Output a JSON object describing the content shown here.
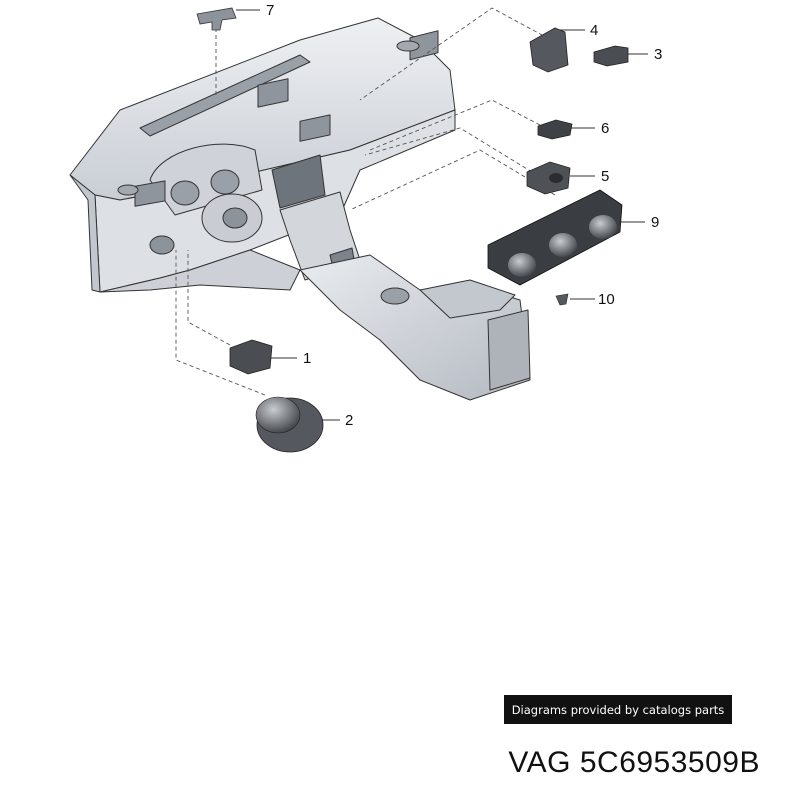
{
  "callouts": [
    {
      "id": "1",
      "label": "1"
    },
    {
      "id": "2",
      "label": "2"
    },
    {
      "id": "3",
      "label": "3"
    },
    {
      "id": "4",
      "label": "4"
    },
    {
      "id": "5",
      "label": "5"
    },
    {
      "id": "6",
      "label": "6"
    },
    {
      "id": "7",
      "label": "7"
    },
    {
      "id": "9",
      "label": "9"
    },
    {
      "id": "10",
      "label": "10"
    }
  ],
  "banner": {
    "text": "Diagrams provided by catalogs parts"
  },
  "part_number": {
    "text": "VAG 5C6953509B"
  },
  "colors": {
    "line": "#333333",
    "panel": "#e4e7ec",
    "panel_dark": "#b9bec6",
    "part": "#4a4d52"
  }
}
